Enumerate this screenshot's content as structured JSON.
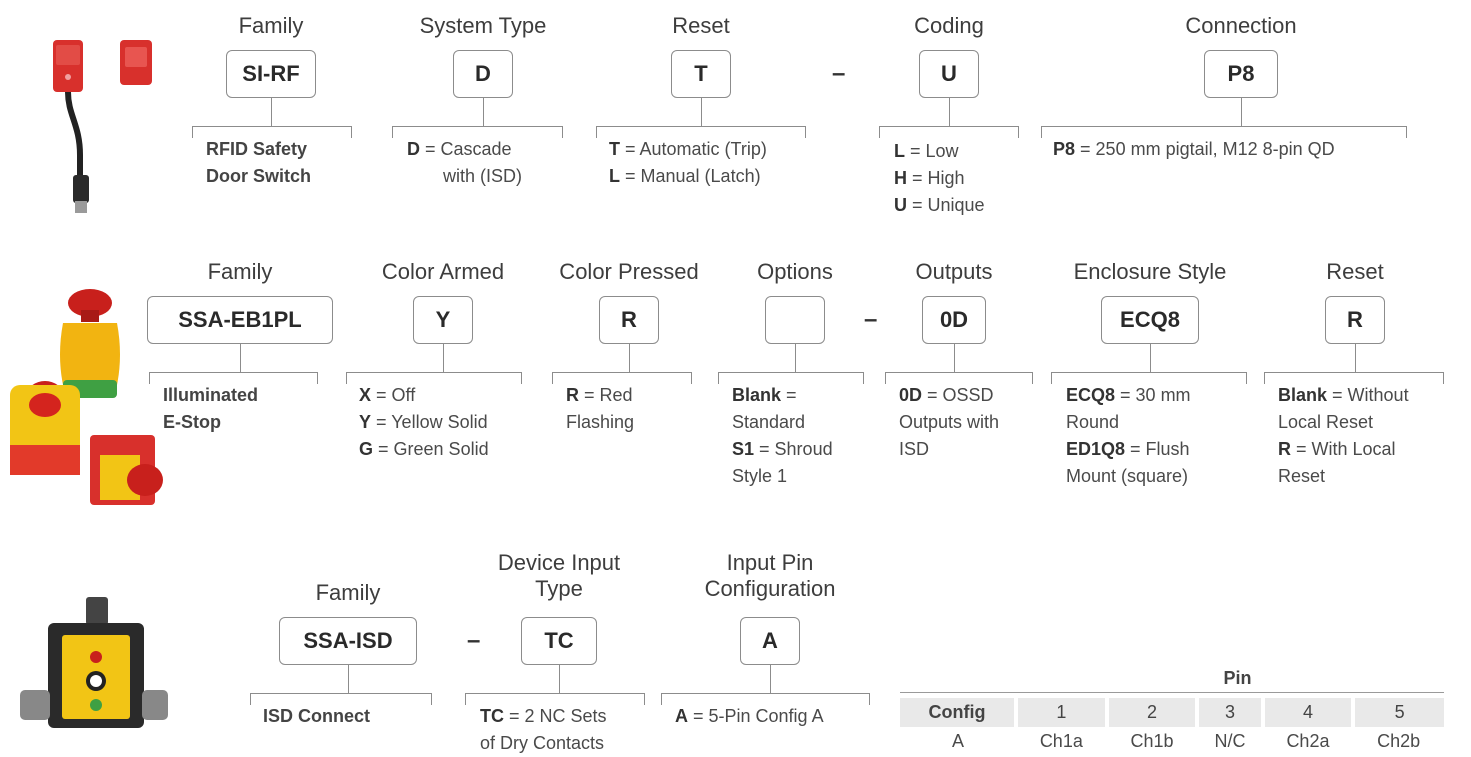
{
  "row1": {
    "family": {
      "header": "Family",
      "code": "SI-RF",
      "desc_line1": "RFID Safety",
      "desc_line2": "Door Switch"
    },
    "system_type": {
      "header": "System Type",
      "code": "D",
      "opt1_code": "D",
      "opt1_text": " = Cascade",
      "opt1_text2": "with (ISD)"
    },
    "reset": {
      "header": "Reset",
      "code": "T",
      "opt1_code": "T",
      "opt1_text": " = Automatic (Trip)",
      "opt2_code": "L",
      "opt2_text": " = Manual (Latch)"
    },
    "dash": "–",
    "coding": {
      "header": "Coding",
      "code": "U",
      "opt1_code": "L",
      "opt1_text": " = Low",
      "opt2_code": "H",
      "opt2_text": " = High",
      "opt3_code": "U",
      "opt3_text": " = Unique"
    },
    "connection": {
      "header": "Connection",
      "code": "P8",
      "opt1_code": "P8",
      "opt1_text": " = 250 mm pigtail, M12 8-pin QD"
    }
  },
  "row2": {
    "family": {
      "header": "Family",
      "code": "SSA-EB1PL",
      "desc_line1": "Illuminated",
      "desc_line2": "E-Stop"
    },
    "color_armed": {
      "header": "Color Armed",
      "code": "Y",
      "opt1_code": "X",
      "opt1_text": " = Off",
      "opt2_code": "Y",
      "opt2_text": " = Yellow Solid",
      "opt3_code": "G",
      "opt3_text": " = Green Solid"
    },
    "color_pressed": {
      "header": "Color Pressed",
      "code": "R",
      "opt1_code": "R",
      "opt1_text": " = Red",
      "opt1_text2": "Flashing"
    },
    "options": {
      "header": "Options",
      "code": "",
      "opt1_code": "Blank",
      "opt1_text": " =",
      "opt1_text2": "Standard",
      "opt2_code": "S1",
      "opt2_text": " = Shroud",
      "opt2_text2": "Style 1"
    },
    "dash": "–",
    "outputs": {
      "header": "Outputs",
      "code": "0D",
      "opt1_code": "0D",
      "opt1_text": " = OSSD",
      "opt1_text2": "Outputs with",
      "opt1_text3": "ISD"
    },
    "enclosure": {
      "header": "Enclosure Style",
      "code": "ECQ8",
      "opt1_code": "ECQ8",
      "opt1_text": " = 30 mm",
      "opt1_text2": "Round",
      "opt2_code": "ED1Q8",
      "opt2_text": " = Flush",
      "opt2_text2": "Mount (square)"
    },
    "reset": {
      "header": "Reset",
      "code": "R",
      "opt1_code": "Blank",
      "opt1_text": " = Without",
      "opt1_text2": "Local Reset",
      "opt2_code": "R",
      "opt2_text": " = With Local",
      "opt2_text2": "Reset"
    }
  },
  "row3": {
    "family": {
      "header": "Family",
      "code": "SSA-ISD",
      "desc": "ISD Connect"
    },
    "dash": "–",
    "device_input": {
      "header_line1": "Device Input",
      "header_line2": "Type",
      "code": "TC",
      "opt1_code": "TC",
      "opt1_text": " = 2 NC Sets",
      "opt1_text2": "of Dry Contacts"
    },
    "pin_config": {
      "header_line1": "Input Pin",
      "header_line2": "Configuration",
      "code": "A",
      "opt1_code": "A",
      "opt1_text": " = 5-Pin Config A"
    }
  },
  "pin_table": {
    "title": "Pin",
    "headers": [
      "Config",
      "1",
      "2",
      "3",
      "4",
      "5"
    ],
    "row": [
      "A",
      "Ch1a",
      "Ch1b",
      "N/C",
      "Ch2a",
      "Ch2b"
    ]
  }
}
